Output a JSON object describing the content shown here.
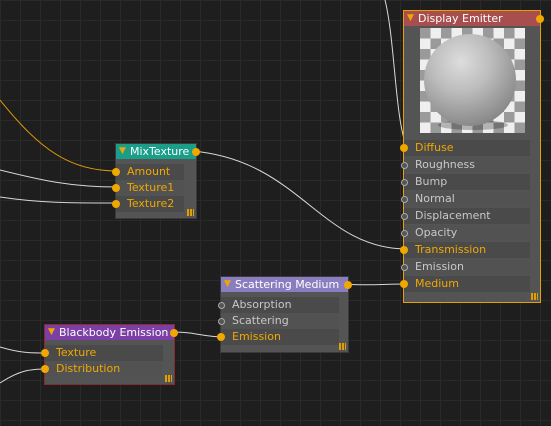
{
  "nodes": {
    "display_emitter": {
      "title": "Display Emitter",
      "inputs": [
        {
          "label": "Diffuse",
          "connected": true
        },
        {
          "label": "Roughness",
          "connected": false
        },
        {
          "label": "Bump",
          "connected": false
        },
        {
          "label": "Normal",
          "connected": false
        },
        {
          "label": "Displacement",
          "connected": false
        },
        {
          "label": "Opacity",
          "connected": false
        },
        {
          "label": "Transmission",
          "connected": true
        },
        {
          "label": "Emission",
          "connected": false
        },
        {
          "label": "Medium",
          "connected": true
        }
      ]
    },
    "mix_texture": {
      "title": "MixTexture",
      "inputs": [
        {
          "label": "Amount",
          "connected": true
        },
        {
          "label": "Texture1",
          "connected": true
        },
        {
          "label": "Texture2",
          "connected": true
        }
      ]
    },
    "scattering_medium": {
      "title": "Scattering Medium",
      "inputs": [
        {
          "label": "Absorption",
          "connected": false
        },
        {
          "label": "Scattering",
          "connected": false
        },
        {
          "label": "Emission",
          "connected": true
        }
      ]
    },
    "blackbody_emission": {
      "title": "Blackbody Emission",
      "inputs": [
        {
          "label": "Texture",
          "connected": true
        },
        {
          "label": "Distribution",
          "connected": true
        }
      ]
    }
  },
  "colors": {
    "accent": "#f0a800",
    "display_emitter_header": "#a84e4e",
    "mix_texture_header": "#1a9e8a",
    "scattering_medium_header": "#8a7ec0",
    "blackbody_emission_header": "#7b3fa6",
    "background": "#1e1e1e",
    "node_body": "#545454"
  }
}
